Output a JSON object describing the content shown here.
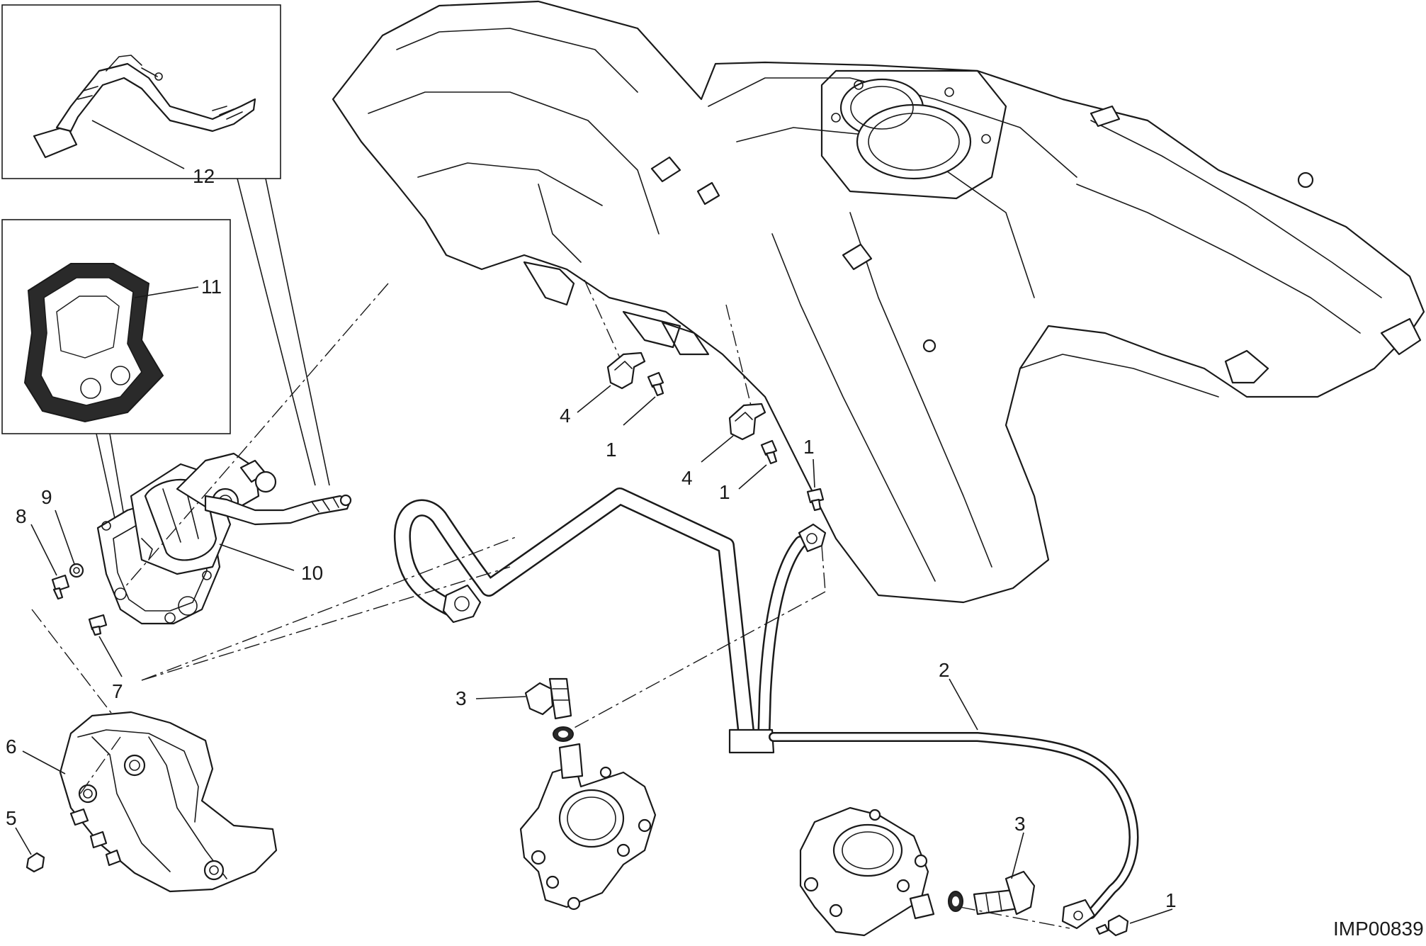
{
  "drawing": {
    "reference_code": "IMP00839",
    "callouts": {
      "c1a": "1",
      "c1b": "1",
      "c1c": "1",
      "c1d": "1",
      "c2": "2",
      "c3a": "3",
      "c3b": "3",
      "c4a": "4",
      "c4b": "4",
      "c5": "5",
      "c6": "6",
      "c7": "7",
      "c8": "8",
      "c9": "9",
      "c10": "10",
      "c11": "11",
      "c12": "12"
    }
  }
}
